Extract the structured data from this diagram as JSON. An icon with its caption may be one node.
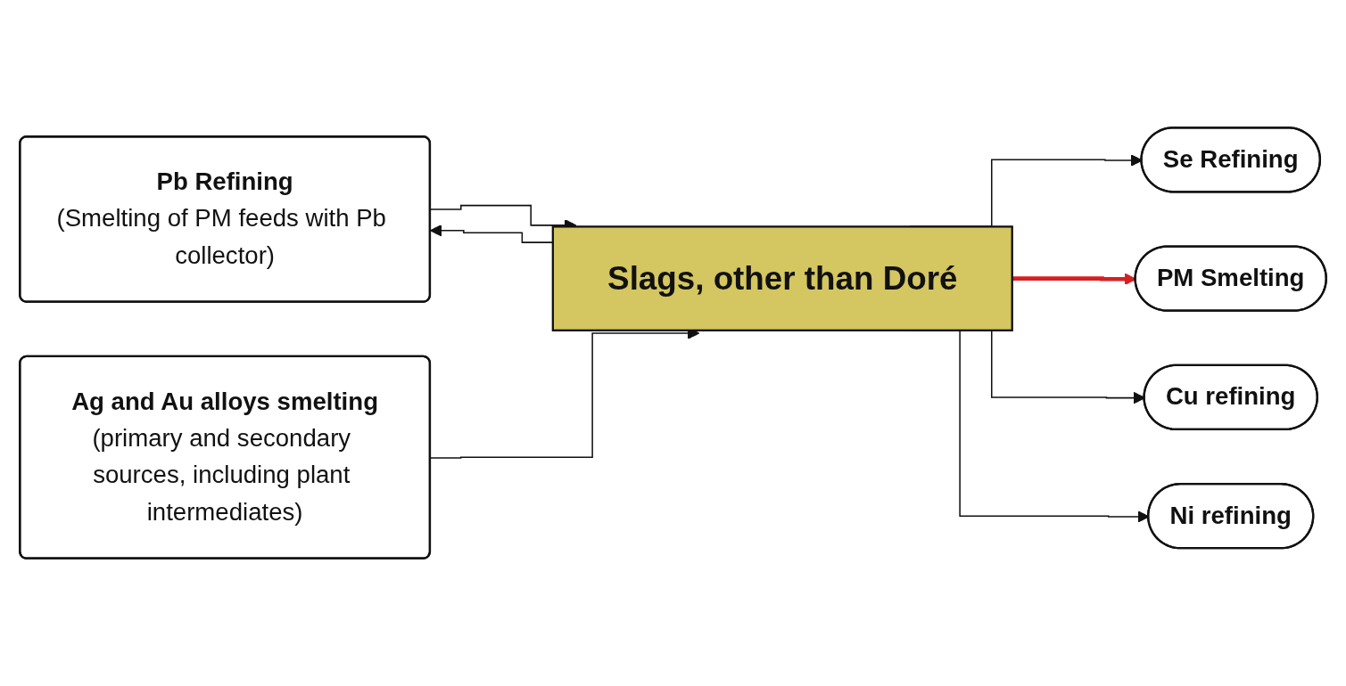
{
  "diagram": {
    "nodes": [
      {
        "text": [
          "Pb Refining",
          "(Smelting of PM feeds with Pb collector)"
        ]
      },
      {
        "text": [
          "Ag and Au alloys smelting",
          "(primary and secondary sources, including plant intermediates)"
        ]
      },
      {
        "text": [
          "Slags, other than Doré"
        ]
      },
      {
        "text": [
          "Se Refining"
        ]
      },
      {
        "text": [
          "PM Smelting"
        ]
      },
      {
        "text": [
          "Cu refining"
        ]
      },
      {
        "text": [
          "Ni refining"
        ]
      }
    ],
    "edges": [
      {
        "from": 0,
        "to": 2,
        "arrow": "to"
      },
      {
        "from": 1,
        "to": 2,
        "arrow": "to"
      },
      {
        "from": 2,
        "to": 0,
        "arrow": "to"
      },
      {
        "from": 2,
        "to": 3,
        "arrow": "to"
      },
      {
        "from": 2,
        "to": 4,
        "arrow": "to",
        "style": "thick",
        "color": "#d62020"
      },
      {
        "from": 2,
        "to": 5,
        "arrow": "to"
      },
      {
        "from": 2,
        "to": 6,
        "arrow": "to"
      }
    ]
  }
}
